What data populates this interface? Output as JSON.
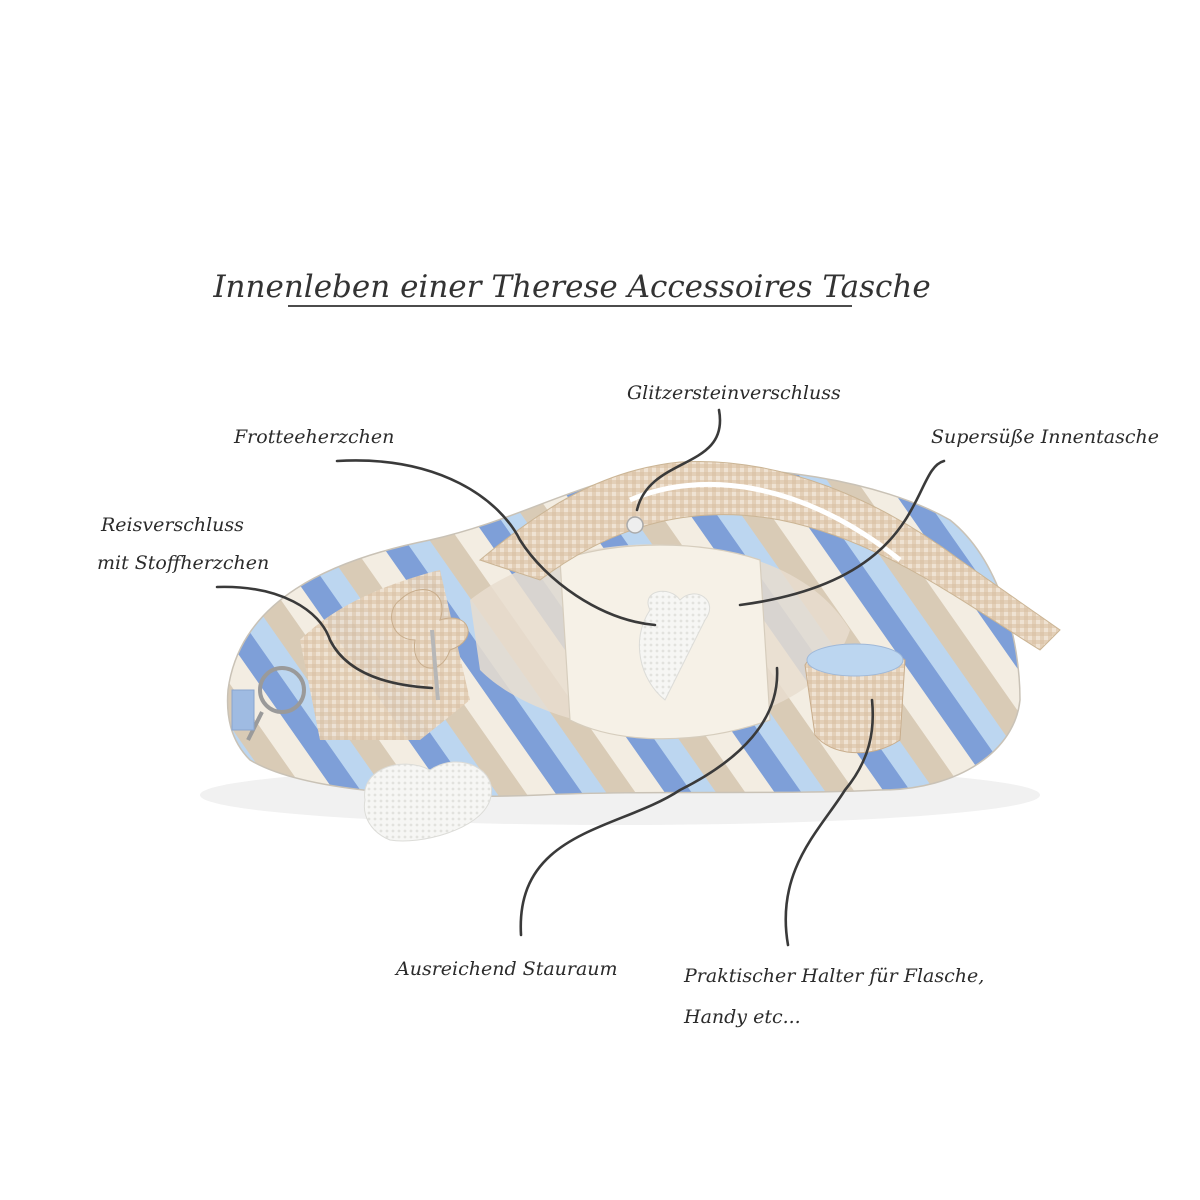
{
  "title": "Innenleben einer Therese Accessoires Tasche",
  "labels": {
    "frotteeherzchen": "Frotteeherzchen",
    "glitzersteinverschluss": "Glitzersteinverschluss",
    "innentasche": "Supersüße Innentasche",
    "reisverschluss_line1": "Reisverschluss",
    "reisverschluss_line2": "mit Stoffherzchen",
    "stauraum": "Ausreichend Stauraum",
    "halter_line1": "Praktischer Halter für Flasche,",
    "halter_line2": "Handy etc..."
  },
  "colors": {
    "background": "#ffffff",
    "text": "#2b2b2b",
    "leader_line": "#3a3a3a",
    "stripe_blue": "#7e9fd8",
    "stripe_light_blue": "#bcd6f0",
    "stripe_beige": "#d9cbb6",
    "stripe_cream": "#f3ede2",
    "gingham": "#d8bfa2",
    "terry_white": "#f4f4f2"
  }
}
